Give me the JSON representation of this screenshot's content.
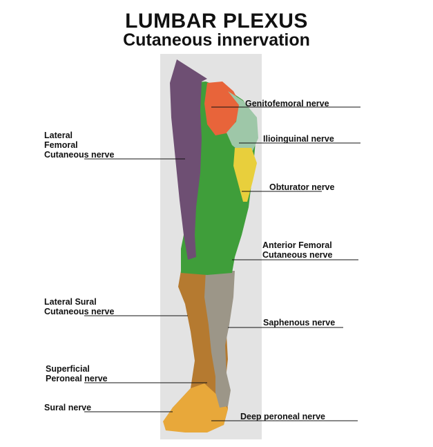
{
  "title": "LUMBAR PLEXUS",
  "subtitle": "Cutaneous innervation",
  "labels": {
    "genitofemoral": "Genitofemoral nerve",
    "ilioinguinal": "Ilioinguinal nerve",
    "obturator": "Obturator nerve",
    "anterior_femoral": "Anterior Femoral\nCutaneous nerve",
    "saphenous": "Saphenous nerve",
    "deep_peroneal": "Deep peroneal nerve",
    "lateral_femoral": "Lateral\nFemoral\nCutaneous nerve",
    "lateral_sural": "Lateral Sural\nCutaneous nerve",
    "superficial_peroneal": "Superficial\nPeroneal nerve",
    "sural": "Sural nerve"
  },
  "colors": {
    "lateral_femoral": "#6e4f73",
    "anterior_femoral": "#3f9e3a",
    "genitofemoral": "#e8643a",
    "ilioinguinal": "#9ec7a8",
    "obturator": "#e8cf3c",
    "saphenous": "#9c9688",
    "lower_leg": "#b57a30",
    "foot": "#e8a83a"
  }
}
